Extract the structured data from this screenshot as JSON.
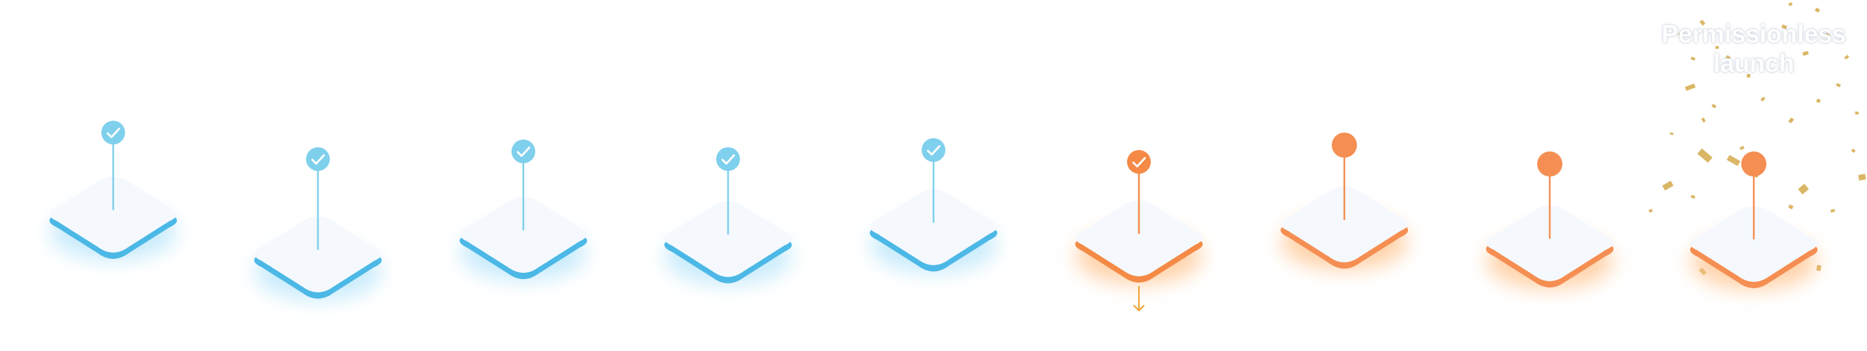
{
  "colors": {
    "done": "#4cb8e6",
    "done_glow": "#9fdcf8",
    "done_pin": "#7fd0ec",
    "active": "#f48a45",
    "active_glow": "#ffc48e",
    "pending": "#f58e52",
    "tile_face": "#f5f9fd",
    "arrow": "#f0a437",
    "confetti": "#d4a94a"
  },
  "steps": [
    {
      "status": "done",
      "icon": "check-icon"
    },
    {
      "status": "done",
      "icon": "check-icon"
    },
    {
      "status": "done",
      "icon": "check-icon"
    },
    {
      "status": "done",
      "icon": "check-icon"
    },
    {
      "status": "done",
      "icon": "check-icon"
    },
    {
      "status": "active",
      "icon": "check-icon",
      "arrow": "arrow-down-icon"
    },
    {
      "status": "pending",
      "icon": "dot-icon"
    },
    {
      "status": "pending",
      "icon": "dot-icon"
    },
    {
      "status": "pending",
      "icon": "dot-icon"
    }
  ],
  "final_label": {
    "line1": "Permissionless",
    "line2": "launch"
  }
}
